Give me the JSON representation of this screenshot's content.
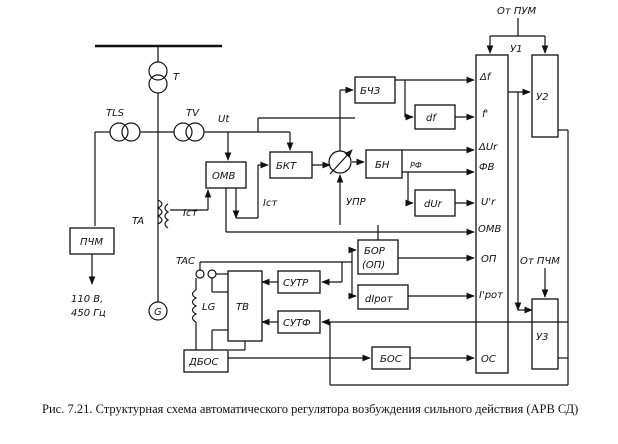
{
  "caption": "Рис. 7.21. Структурная схема автоматического регулятора возбуждения сильного действия (АРВ СД)",
  "labels": {
    "ot_pum": "От ПУМ",
    "y1": "У1",
    "y2": "У2",
    "y3": "У3",
    "ot_pchm": "От ПЧМ",
    "t": "T",
    "tls": "TLS",
    "tv": "TV",
    "ut": "Ut",
    "ta": "TA",
    "ict1": "Iст",
    "ict2": "Iст",
    "upr": "УПР",
    "rf": "РФ",
    "tac": "TAC",
    "lg": "LG",
    "g": "G",
    "pchm": "ПЧМ",
    "supply_v": "110 В,",
    "supply_hz": "450 Гц"
  },
  "blocks": {
    "bchz": "БЧЗ",
    "df": "df",
    "bkt": "БКТ",
    "omv": "ОМВ",
    "bn": "БН",
    "dur": "dUr",
    "bor1": "БОР",
    "bor2": "(ОП)",
    "sutr": "СУТР",
    "dirot": "dIрот",
    "tb": "ТВ",
    "sutf": "СУТФ",
    "dbos": "ДБОС",
    "bos": "БОС"
  },
  "inputs": [
    "Δf",
    "f'",
    "ΔUr",
    "ФВ",
    "U'r",
    "ОМВ",
    "ОП",
    "I'рот",
    "ОС"
  ]
}
